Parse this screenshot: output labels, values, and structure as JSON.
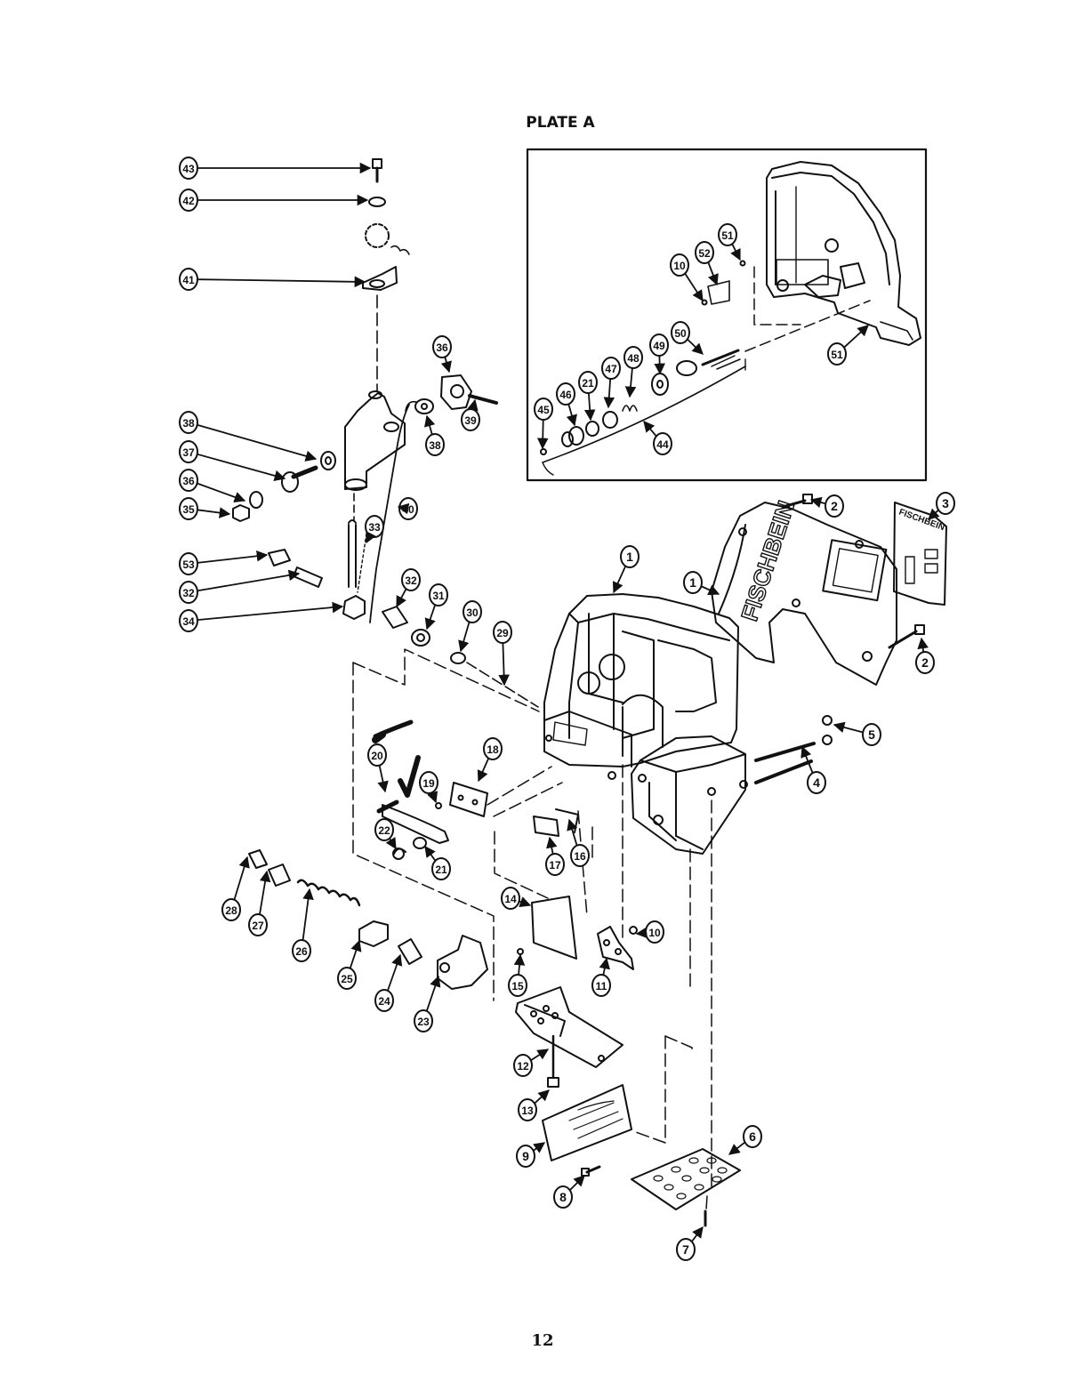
{
  "plate_title": "PLATE A",
  "page_number": "12",
  "logo_text": "FISCHBEIN",
  "colors": {
    "ink": "#111111",
    "paper": "#ffffff"
  },
  "callouts": [
    {
      "id": "c43",
      "label": "43"
    },
    {
      "id": "c42",
      "label": "42"
    },
    {
      "id": "c41",
      "label": "41"
    },
    {
      "id": "c38a",
      "label": "38"
    },
    {
      "id": "c37",
      "label": "37"
    },
    {
      "id": "c36a",
      "label": "36"
    },
    {
      "id": "c35",
      "label": "35"
    },
    {
      "id": "c53",
      "label": "53"
    },
    {
      "id": "c32a",
      "label": "32"
    },
    {
      "id": "c34",
      "label": "34"
    },
    {
      "id": "c36b",
      "label": "36"
    },
    {
      "id": "c39",
      "label": "39"
    },
    {
      "id": "c38b",
      "label": "38"
    },
    {
      "id": "c33",
      "label": "33"
    },
    {
      "id": "c40",
      "label": "40"
    },
    {
      "id": "c32b",
      "label": "32"
    },
    {
      "id": "c31",
      "label": "31"
    },
    {
      "id": "c30",
      "label": "30"
    },
    {
      "id": "c29",
      "label": "29"
    },
    {
      "id": "c20",
      "label": "20"
    },
    {
      "id": "c19",
      "label": "19"
    },
    {
      "id": "c18a",
      "label": "18"
    },
    {
      "id": "c22",
      "label": "22"
    },
    {
      "id": "c21a",
      "label": "21"
    },
    {
      "id": "c28",
      "label": "28"
    },
    {
      "id": "c27",
      "label": "27"
    },
    {
      "id": "c26",
      "label": "26"
    },
    {
      "id": "c25",
      "label": "25"
    },
    {
      "id": "c24",
      "label": "24"
    },
    {
      "id": "c23",
      "label": "23"
    },
    {
      "id": "c17",
      "label": "17"
    },
    {
      "id": "c16",
      "label": "16"
    },
    {
      "id": "c14",
      "label": "14"
    },
    {
      "id": "c15",
      "label": "15"
    },
    {
      "id": "c10a",
      "label": "10"
    },
    {
      "id": "c11",
      "label": "11"
    },
    {
      "id": "c12",
      "label": "12"
    },
    {
      "id": "c13",
      "label": "13"
    },
    {
      "id": "c9",
      "label": "9"
    },
    {
      "id": "c8",
      "label": "8"
    },
    {
      "id": "c6",
      "label": "6"
    },
    {
      "id": "c7",
      "label": "7"
    },
    {
      "id": "c1a",
      "label": "1"
    },
    {
      "id": "c1b",
      "label": "1"
    },
    {
      "id": "c2a",
      "label": "2"
    },
    {
      "id": "c2b",
      "label": "2"
    },
    {
      "id": "c3",
      "label": "3"
    },
    {
      "id": "c5",
      "label": "5"
    },
    {
      "id": "c4",
      "label": "4"
    },
    {
      "id": "c51a",
      "label": "51"
    },
    {
      "id": "c52",
      "label": "52"
    },
    {
      "id": "c10b",
      "label": "10"
    },
    {
      "id": "c51b",
      "label": "51"
    },
    {
      "id": "c50",
      "label": "50"
    },
    {
      "id": "c49",
      "label": "49"
    },
    {
      "id": "c48",
      "label": "48"
    },
    {
      "id": "c47",
      "label": "47"
    },
    {
      "id": "c21b",
      "label": "21"
    },
    {
      "id": "c46",
      "label": "46"
    },
    {
      "id": "c45",
      "label": "45"
    },
    {
      "id": "c44",
      "label": "44"
    }
  ]
}
